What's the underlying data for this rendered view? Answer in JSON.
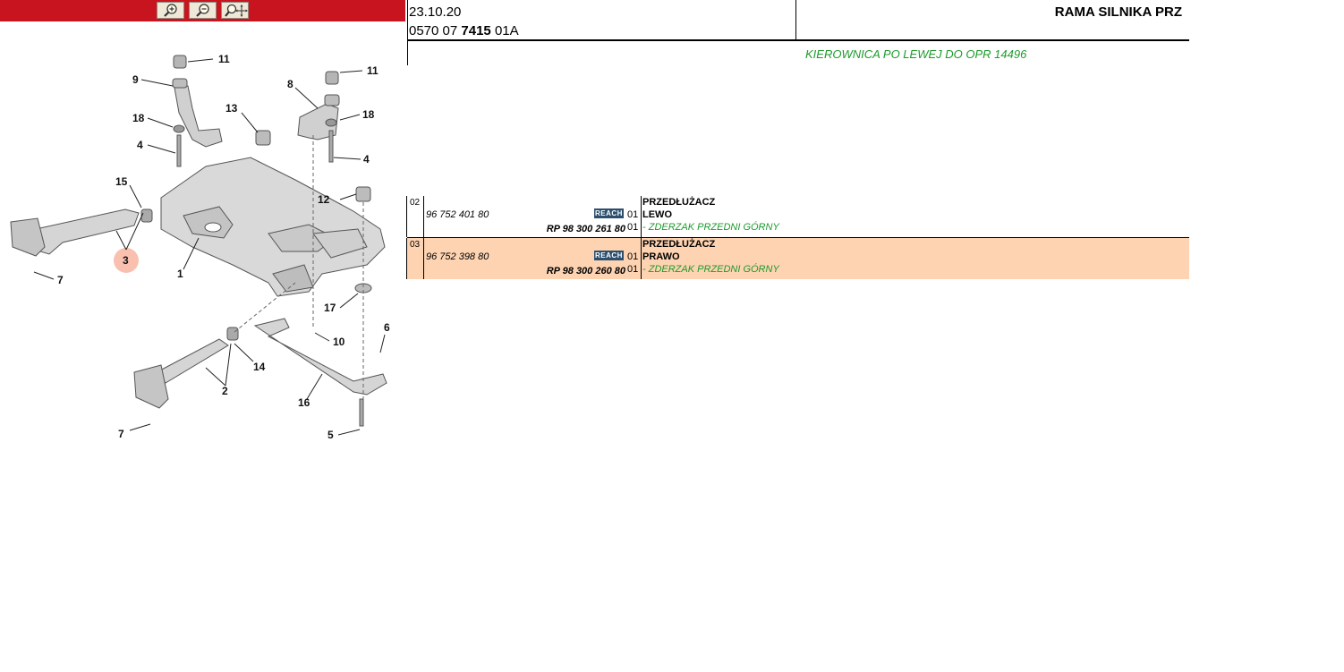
{
  "toolbar": {
    "zoom_in": "zoom-in-icon",
    "zoom_out": "zoom-out-icon",
    "zoom_fit": "zoom-pan-icon",
    "color": "#c8141e"
  },
  "diagram": {
    "callouts": [
      "11",
      "9",
      "18",
      "4",
      "13",
      "15",
      "3",
      "7",
      "1",
      "8",
      "11",
      "18",
      "4",
      "12",
      "17",
      "10",
      "6",
      "14",
      "2",
      "16",
      "7",
      "5"
    ],
    "highlight_color": "#f6a58f"
  },
  "header": {
    "date": "23.10.20",
    "code_prefix": "0570 07",
    "code_bold": "7415",
    "code_suffix": "01A",
    "title": "RAMA SILNIKA PRZ",
    "note": "KIEROWNICA PO LEWEJ DO OPR 14496",
    "note_color": "#1d9b2b"
  },
  "parts": [
    {
      "pos": "02",
      "ref": "96 752 401 80",
      "reach": "REACH",
      "rp": "RP 98 300 261 80",
      "qty1": "01",
      "qty2": "01",
      "line1": "PRZEDŁUŻACZ",
      "line2": "LEWO",
      "line3": "- ZDERZAK PRZEDNI GÓRNY"
    },
    {
      "pos": "03",
      "ref": "96 752 398 80",
      "reach": "REACH",
      "rp": "RP 98 300 260 80",
      "qty1": "01",
      "qty2": "01",
      "line1": "PRZEDŁUŻACZ",
      "line2": "PRAWO",
      "line3": "- ZDERZAK PRZEDNI GÓRNY",
      "selected_color": "#fdd3b2"
    }
  ]
}
